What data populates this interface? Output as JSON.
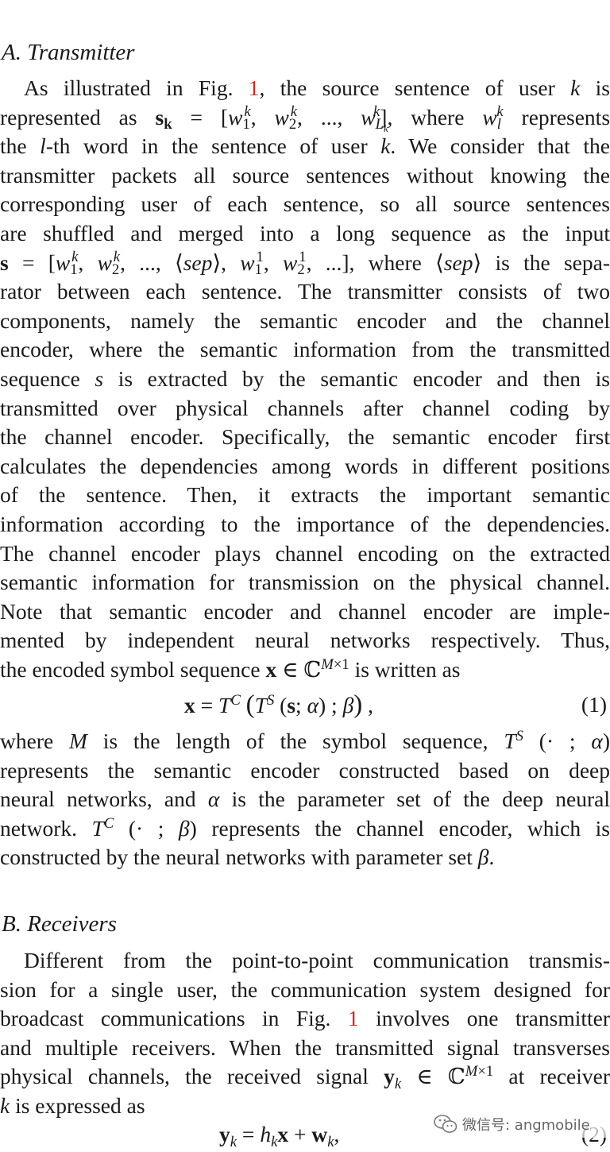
{
  "section_a": {
    "number": "A.",
    "title": "Transmitter"
  },
  "para1": {
    "l1_a": "As illustrated in Fig. ",
    "fig_ref": "1",
    "l1_b": ", the source sentence of user ",
    "k": "k",
    "l1_c": " is",
    "l2_a": "represented as ",
    "l2_b": ", where ",
    "l2_c": " represents",
    "l3": "the l-th word in the sentence of user k. We consider that the",
    "l3_a": "the ",
    "l3_l": "l",
    "l3_b": "-th word in the sentence of user ",
    "l3_c": ". We consider that the",
    "l4": "transmitter packets all source sentences without knowing the",
    "l5": "corresponding user of each sentence, so all source sentences",
    "l6": "are shuffled and merged into a long sequence as the input",
    "l7_a": ", where ",
    "l7_b": " is the sepa-",
    "l8": "rator between each sentence. The transmitter consists of two",
    "l9": "components, namely the semantic encoder and the channel",
    "l10": "encoder, where the semantic information from the transmitted",
    "l11_a": "sequence ",
    "l11_b": " is extracted by the semantic encoder and then is",
    "l12": "transmitted over physical channels after channel coding by",
    "l13": "the channel encoder. Specifically, the semantic encoder first",
    "l14": "calculates the dependencies among words in different positions",
    "l15": "of the sentence. Then, it extracts the important semantic",
    "l16": "information according to the importance of the dependencies.",
    "l17": "The channel encoder plays channel encoding on the extracted",
    "l18": "semantic information for transmission on the physical channel.",
    "l19": "Note that semantic encoder and channel encoder are imple-",
    "l20": "mented by independent neural networks respectively. Thus,",
    "l21_a": "the encoded symbol sequence ",
    "l21_b": " is written as"
  },
  "eq1": {
    "number": "(1)"
  },
  "para2": {
    "l1_a": "where ",
    "l1_b": " is the length of the symbol sequence, ",
    "l2": "represents the semantic encoder constructed based on deep",
    "l3_a": "neural networks, and ",
    "l3_b": " is the parameter set of the deep neural",
    "l4_a": "network. ",
    "l4_b": " represents the channel encoder, which is",
    "l5_a": "constructed by the neural networks with parameter set ",
    "l5_b": "."
  },
  "section_b": {
    "number": "B.",
    "title": "Receivers"
  },
  "para3": {
    "l1": "Different from the point-to-point communication transmis-",
    "l2": "sion for a single user, the communication system designed for",
    "l3_a": "broadcast communications in Fig. ",
    "fig_ref": "1",
    "l3_b": " involves one transmitter",
    "l4": "and multiple receivers. When the transmitted signal transverses",
    "l5_a": "physical channels, the received signal ",
    "l5_b": " at receiver",
    "l6_b": " is expressed as"
  },
  "eq2": {
    "number": "(2)"
  },
  "watermark": {
    "text": "微信号: angmobile"
  },
  "colors": {
    "link": "#d9261c",
    "text": "#1a1a1a"
  }
}
